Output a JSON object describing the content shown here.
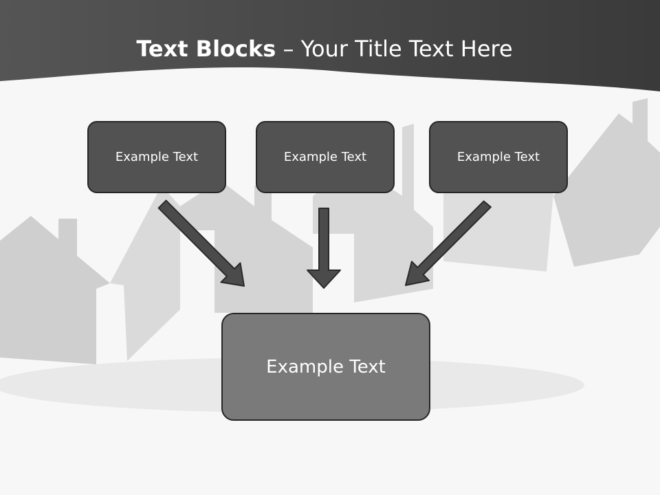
{
  "slide": {
    "title_bold": "Text Blocks",
    "title_rest": " – Your Title Text Here"
  },
  "blocks": [
    {
      "label": "Example Text"
    },
    {
      "label": "Example Text"
    },
    {
      "label": "Example Text"
    }
  ],
  "target": {
    "label": "Example Text"
  },
  "colors": {
    "header": "#4a4a4a",
    "box_dark": "#525252",
    "box_target": "#7a7a7a",
    "arrow": "#4b4b4b",
    "background": "#f7f7f7"
  }
}
